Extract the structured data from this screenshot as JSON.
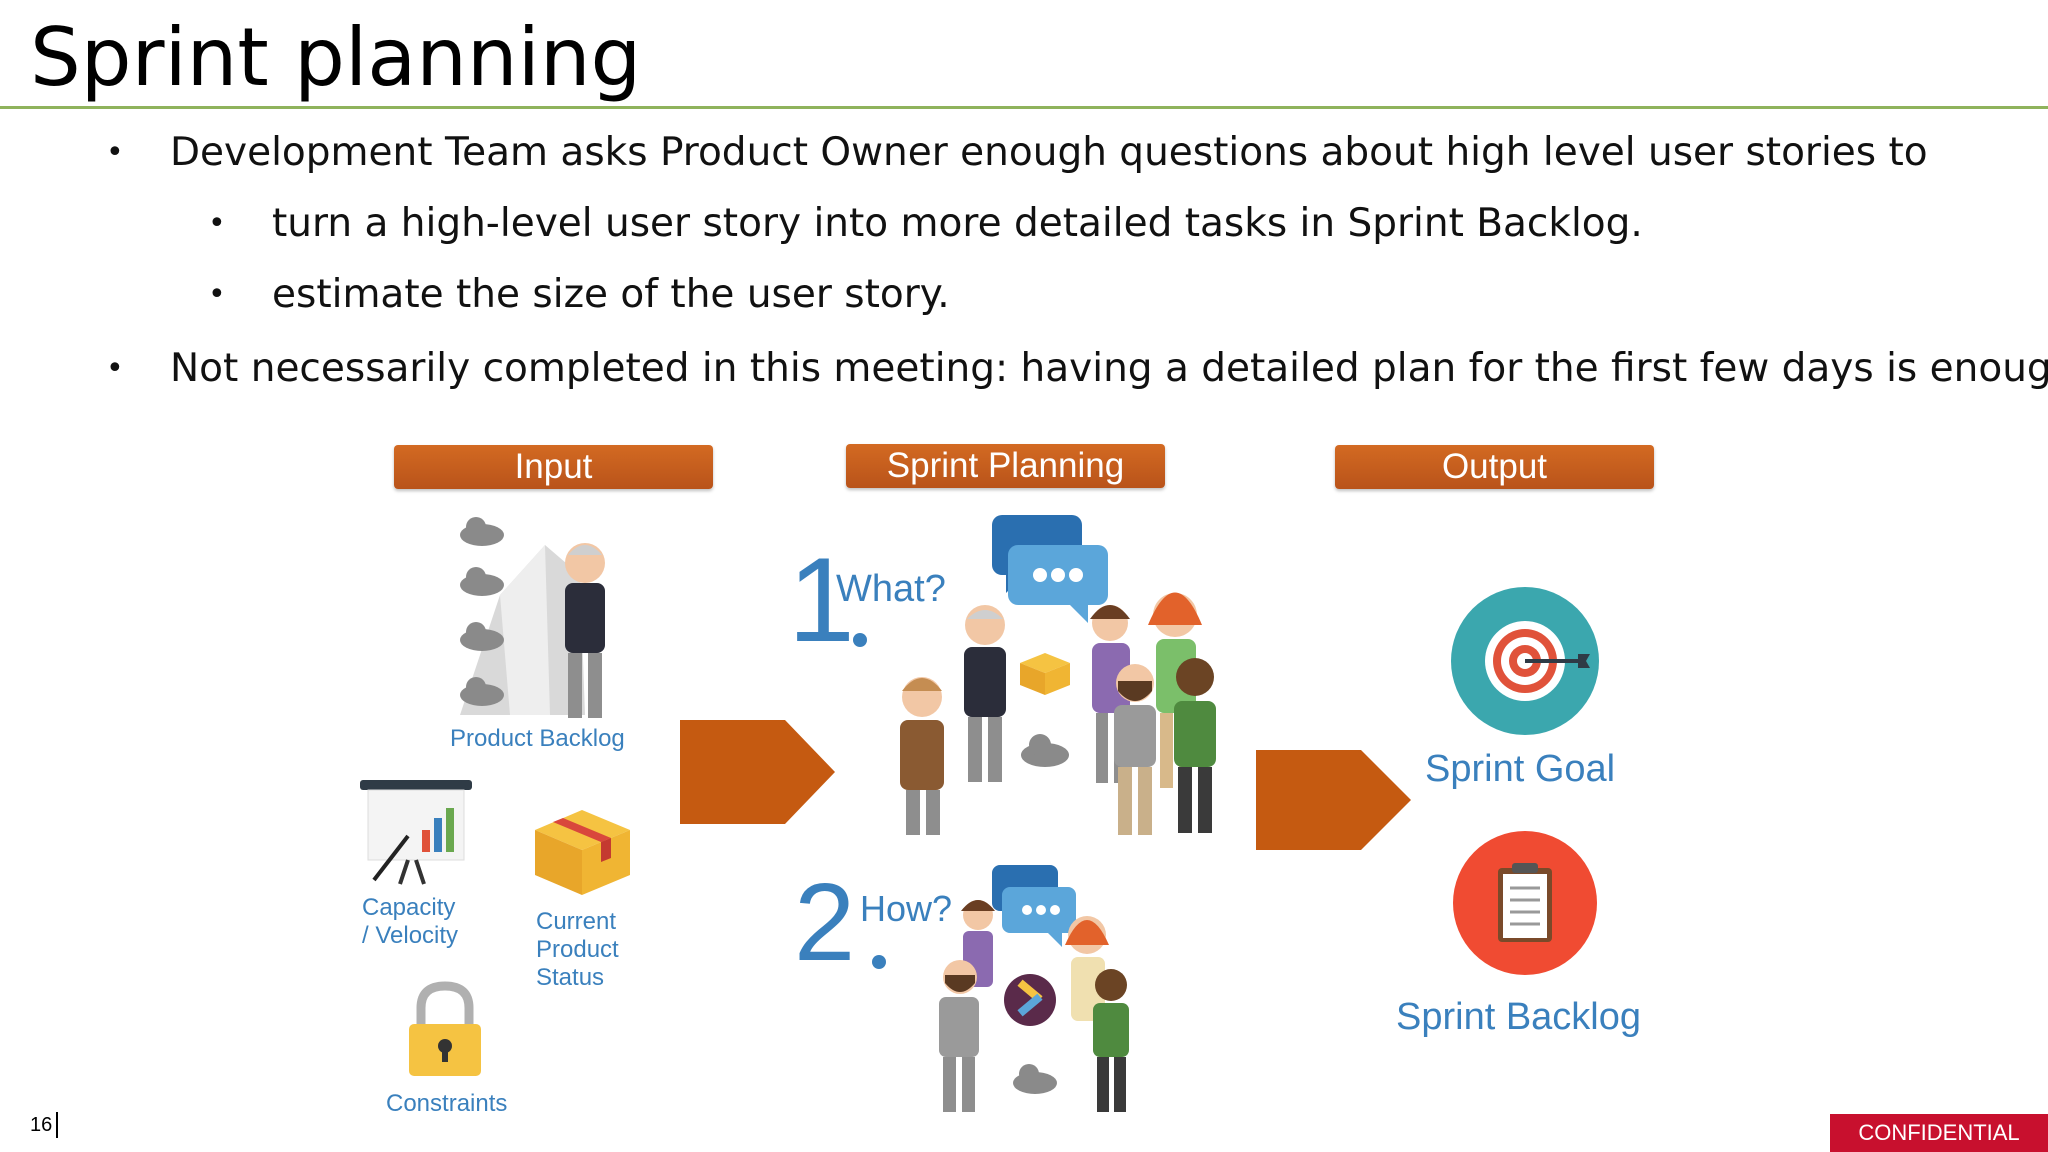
{
  "slide": {
    "title": "Sprint planning",
    "bullets": [
      "Development Team asks Product Owner enough questions about high level user stories to",
      "turn a high-level user story into more detailed tasks in Sprint Backlog.",
      "estimate the size of the user story.",
      "Not necessarily completed in this meeting: having a detailed plan for the first few days is enough."
    ],
    "bullet_symbol": "•",
    "page_number": "16",
    "footer_badge": "CONFIDENTIAL"
  },
  "diagram": {
    "headers": {
      "input": "Input",
      "planning": "Sprint Planning",
      "output": "Output"
    },
    "input_labels": {
      "product_backlog": "Product Backlog",
      "capacity": "Capacity",
      "velocity": "/ Velocity",
      "current": "Current",
      "product": "Product",
      "status": "Status",
      "constraints": "Constraints"
    },
    "planning_labels": {
      "step1_num": "1",
      "step1_q": "What?",
      "step2_num": "2",
      "step2_q": "How?"
    },
    "output_labels": {
      "goal": "Sprint Goal",
      "backlog": "Sprint Backlog"
    },
    "colors": {
      "header": "#c45d1c",
      "arrow": "#c55a11",
      "label": "#3a80bd",
      "rule": "#8fb35c"
    },
    "icons": [
      "cloud-icon",
      "person-icon",
      "chart-easel-icon",
      "box-icon",
      "padlock-icon",
      "speech-bubble-icon",
      "target-icon",
      "clipboard-icon"
    ]
  }
}
